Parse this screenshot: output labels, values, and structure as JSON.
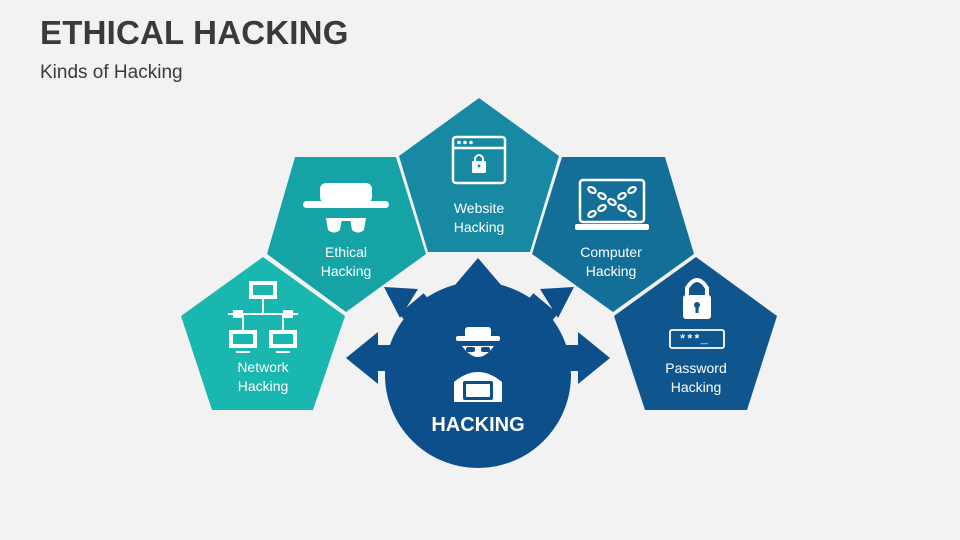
{
  "header": {
    "title": "ETHICAL HACKING",
    "subtitle": "Kinds of Hacking"
  },
  "hub": {
    "label": "HACKING",
    "color": "#0d4f8b",
    "icon": "hacker-icon"
  },
  "segments": [
    {
      "id": "network",
      "line1": "Network",
      "line2": "Hacking",
      "color": "#1ab6b0",
      "icon": "network-icon"
    },
    {
      "id": "ethical",
      "line1": "Ethical",
      "line2": "Hacking",
      "color": "#16a3a6",
      "icon": "hat-glasses-icon"
    },
    {
      "id": "website",
      "line1": "Website",
      "line2": "Hacking",
      "color": "#1789a3",
      "icon": "browser-lock-icon"
    },
    {
      "id": "computer",
      "line1": "Computer",
      "line2": "Hacking",
      "color": "#146f98",
      "icon": "laptop-chain-icon"
    },
    {
      "id": "password",
      "line1": "Password",
      "line2": "Hacking",
      "color": "#10568e",
      "icon": "padlock-password-icon"
    }
  ],
  "password_field": "***_"
}
